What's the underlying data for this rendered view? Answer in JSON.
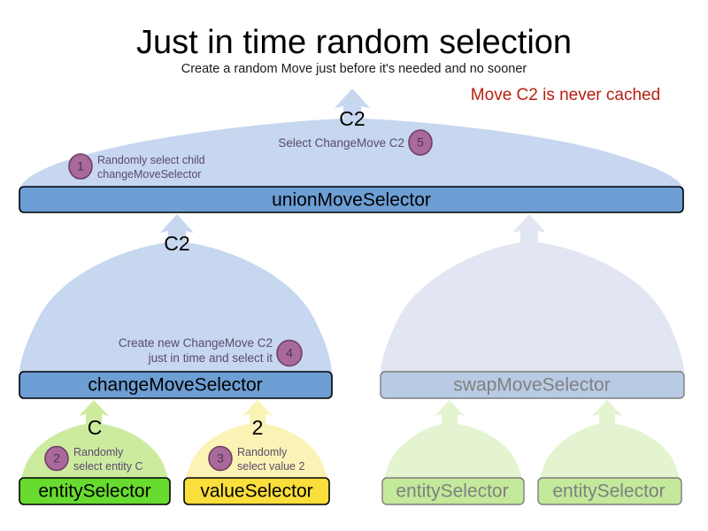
{
  "header": {
    "title": "Just in time random selection",
    "subtitle": "Create a random Move just before it's needed and no sooner",
    "note": "Move C2 is never cached"
  },
  "colors": {
    "balloon_blue": "#c6d7ef",
    "balloon_blue_faded": "#e2e6f3",
    "bar_blue": "#6d9ed4",
    "bar_blue_faded": "#b9cbe4",
    "balloon_green": "#cdeb9f",
    "balloon_green_faded": "#e4f4d1",
    "bar_green": "#68db2f",
    "bar_green_faded": "#c3e99b",
    "balloon_yellow": "#faf3b5",
    "bar_yellow": "#fade3c",
    "badge_fill": "#a9699b",
    "badge_stroke": "#6d3f66",
    "note_red": "#b81f11",
    "step_text": "#5b4a6b",
    "faded_text": "#808080",
    "outline": "#000000",
    "outline_faded": "#9a9a9a"
  },
  "nodes": {
    "union": {
      "label": "unionMoveSelector",
      "balloon_value": "C2",
      "faded": false
    },
    "change": {
      "label": "changeMoveSelector",
      "balloon_value": "C2",
      "faded": false
    },
    "swap": {
      "label": "swapMoveSelector",
      "balloon_value": "",
      "faded": true
    },
    "entity_c": {
      "label": "entitySelector",
      "balloon_value": "C",
      "faded": false
    },
    "value_2": {
      "label": "valueSelector",
      "balloon_value": "2",
      "faded": false
    },
    "swap_entity_1": {
      "label": "entitySelector",
      "balloon_value": "",
      "faded": true
    },
    "swap_entity_2": {
      "label": "entitySelector",
      "balloon_value": "",
      "faded": true
    }
  },
  "steps": {
    "s1": {
      "num": "1",
      "line1": "Randomly select child",
      "line2": "changeMoveSelector"
    },
    "s2": {
      "num": "2",
      "line1": "Randomly",
      "line2": "select entity C"
    },
    "s3": {
      "num": "3",
      "line1": "Randomly",
      "line2": "select value 2"
    },
    "s4": {
      "num": "4",
      "line1": "Create new ChangeMove C2",
      "line2": "just in time and select it"
    },
    "s5": {
      "num": "5",
      "line1": "Select ChangeMove C2",
      "line2": ""
    }
  }
}
